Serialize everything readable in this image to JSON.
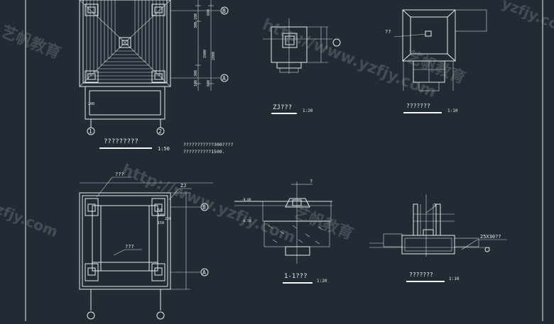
{
  "drawing": {
    "plan_top": {
      "title": "?????????",
      "scale": "1:50",
      "notes": [
        "???????????300????",
        "??????????1500."
      ],
      "axis_letters": [
        "B",
        "A"
      ],
      "axis_numbers": [
        "1",
        "2"
      ],
      "dims_vertical": [
        "100",
        "300",
        "2900",
        "300",
        "100"
      ],
      "dims_vertical2": [
        "600",
        "2800",
        "600"
      ],
      "dim_small": "200"
    },
    "plan_bottom": {
      "label_top": "???",
      "label_center": "???",
      "label_zj": "ZJ",
      "axis_letters": [
        "B",
        "A"
      ],
      "dims": [
        "50",
        "100",
        "250",
        "150"
      ]
    },
    "zj_detail": {
      "title": "ZJ???",
      "scale": "1:20"
    },
    "pergola_detail": {
      "title": "???????",
      "scale": "1:10",
      "label": "??"
    },
    "section_1": {
      "title": "1-1???",
      "scale": "1:20",
      "levels": [
        "-0.06",
        "-0.50"
      ],
      "mark": "?"
    },
    "section_2": {
      "title": "???????",
      "scale": "1:10",
      "note": "25X30??",
      "mark": "?"
    },
    "watermarks": [
      "http://www.yzfjy.com",
      "艺帆教育",
      "yzfjy.com"
    ]
  }
}
